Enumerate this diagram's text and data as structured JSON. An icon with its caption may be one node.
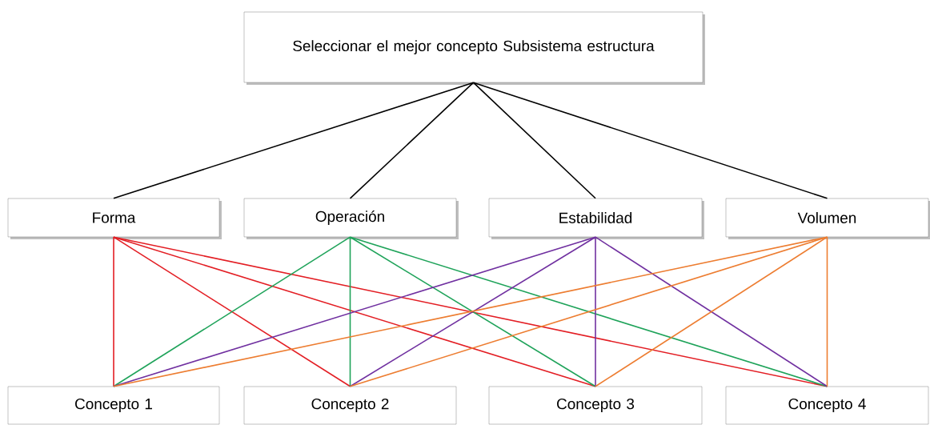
{
  "diagram": {
    "nodes": [
      {
        "text": [
          "Seleccionar el mejor concepto Subsistema estructura"
        ]
      },
      {
        "text": [
          "Forma"
        ]
      },
      {
        "text": [
          "Operación"
        ]
      },
      {
        "text": [
          "Estabilidad"
        ]
      },
      {
        "text": [
          "Volumen"
        ]
      },
      {
        "text": [
          "Concepto 1"
        ]
      },
      {
        "text": [
          "Concepto 2"
        ]
      },
      {
        "text": [
          "Concepto 3"
        ]
      },
      {
        "text": [
          "Concepto 4"
        ]
      }
    ],
    "edges": [
      {
        "from": 0,
        "to": 1,
        "arrow": "none"
      },
      {
        "from": 0,
        "to": 2,
        "arrow": "none"
      },
      {
        "from": 0,
        "to": 3,
        "arrow": "none"
      },
      {
        "from": 0,
        "to": 4,
        "arrow": "none"
      },
      {
        "from": 1,
        "to": 5,
        "arrow": "none",
        "color": "#e31e24"
      },
      {
        "from": 1,
        "to": 6,
        "arrow": "none",
        "color": "#e31e24"
      },
      {
        "from": 1,
        "to": 7,
        "arrow": "none",
        "color": "#e31e24"
      },
      {
        "from": 1,
        "to": 8,
        "arrow": "none",
        "color": "#e31e24"
      },
      {
        "from": 2,
        "to": 5,
        "arrow": "none",
        "color": "#1fa35a"
      },
      {
        "from": 2,
        "to": 6,
        "arrow": "none",
        "color": "#1fa35a"
      },
      {
        "from": 2,
        "to": 7,
        "arrow": "none",
        "color": "#1fa35a"
      },
      {
        "from": 2,
        "to": 8,
        "arrow": "none",
        "color": "#1fa35a"
      },
      {
        "from": 3,
        "to": 5,
        "arrow": "none",
        "color": "#7030a0"
      },
      {
        "from": 3,
        "to": 6,
        "arrow": "none",
        "color": "#7030a0"
      },
      {
        "from": 3,
        "to": 7,
        "arrow": "none",
        "color": "#7030a0"
      },
      {
        "from": 3,
        "to": 8,
        "arrow": "none",
        "color": "#7030a0"
      },
      {
        "from": 4,
        "to": 5,
        "arrow": "none",
        "color": "#ed7d31"
      },
      {
        "from": 4,
        "to": 6,
        "arrow": "none",
        "color": "#ed7d31"
      },
      {
        "from": 4,
        "to": 7,
        "arrow": "none",
        "color": "#ed7d31"
      },
      {
        "from": 4,
        "to": 8,
        "arrow": "none",
        "color": "#ed7d31"
      }
    ]
  }
}
